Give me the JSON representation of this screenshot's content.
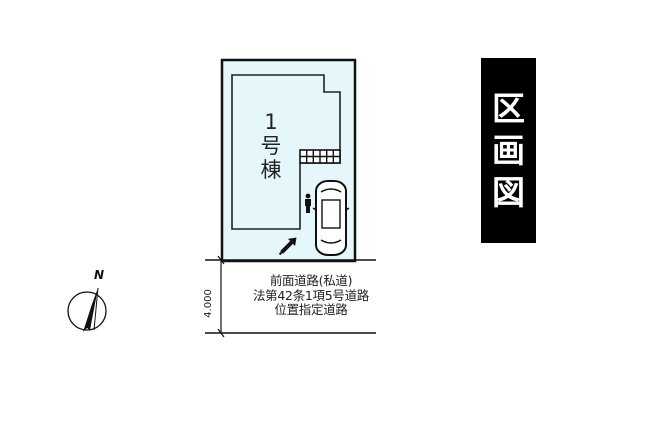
{
  "title_banner": {
    "chars": [
      "区",
      "画",
      "図"
    ]
  },
  "lot": {
    "fill_color": "#e6f7fb",
    "outline_color": "#111111",
    "building": {
      "label_chars": [
        "1",
        "号",
        "棟"
      ]
    },
    "parking": {
      "icon": "car-top-view-icon"
    },
    "entrance_arrow": {
      "icon": "entry-arrow-icon"
    },
    "person_marker": {
      "icon": "person-icon"
    },
    "lattice": {
      "icon": "grid-deck-icon"
    }
  },
  "road": {
    "width_dimension": "4.000",
    "description_lines": [
      "前面道路(私道)",
      "法第42条1項5号道路",
      "位置指定道路"
    ]
  },
  "compass": {
    "label": "N",
    "icon": "north-arrow-icon"
  }
}
